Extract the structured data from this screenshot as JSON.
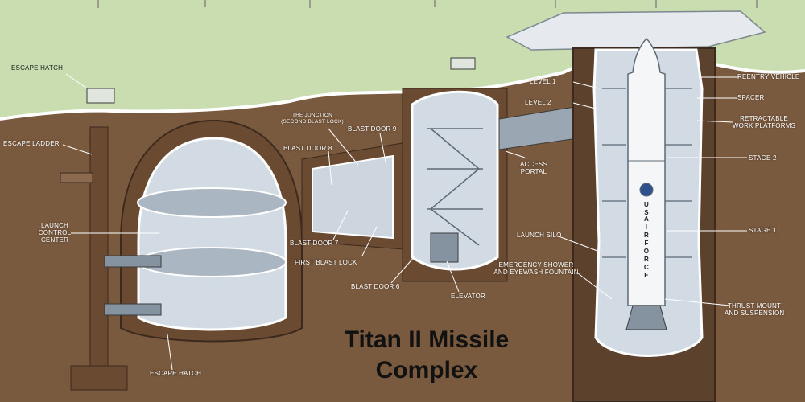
{
  "title": {
    "line1": "Titan II Missile",
    "line2": "Complex"
  },
  "labels": {
    "escape_hatch_top": "ESCAPE HATCH",
    "escape_ladder": "ESCAPE LADDER",
    "launch_control_center_1": "LAUNCH",
    "launch_control_center_2": "CONTROL",
    "launch_control_center_3": "CENTER",
    "the_junction_1": "THE JUNCTION",
    "the_junction_2": "(SECOND BLAST LOCK)",
    "blast_door_9": "BLAST DOOR 9",
    "blast_door_8": "BLAST DOOR 8",
    "blast_door_7": "BLAST DOOR 7",
    "first_blast_lock": "FIRST BLAST LOCK",
    "blast_door_6": "BLAST DOOR 6",
    "elevator": "ELEVATOR",
    "access_portal_1": "ACCESS",
    "access_portal_2": "PORTAL",
    "level_1": "LEVEL 1",
    "level_2": "LEVEL 2",
    "launch_silo": "LAUNCH SILO",
    "emergency_shower_1": "EMERGENCY SHOWER",
    "emergency_shower_2": "AND EYEWASH FOUNTAIN",
    "reentry_vehicle": "REENTRY VEHICLE",
    "spacer": "SPACER",
    "retractable_1": "RETRACTABLE",
    "retractable_2": "WORK PLATFORMS",
    "stage_2": "STAGE 2",
    "stage_1": "STAGE 1",
    "thrust_mount_1": "THRUST MOUNT",
    "thrust_mount_2": "AND SUSPENSION",
    "escape_hatch_bottom": "ESCAPE HATCH"
  },
  "missile_markings": {
    "us": "U S",
    "air": "AIR",
    "force": "FORCE"
  },
  "colors": {
    "grass": "#c9ddb0",
    "earth": "#7a5a3e",
    "structure": "#d2dbe4",
    "structure_shadow": "#8593a1",
    "cutaway_edge": "#ffffff",
    "label_text": "#ffffff",
    "title_text": "#111111"
  }
}
